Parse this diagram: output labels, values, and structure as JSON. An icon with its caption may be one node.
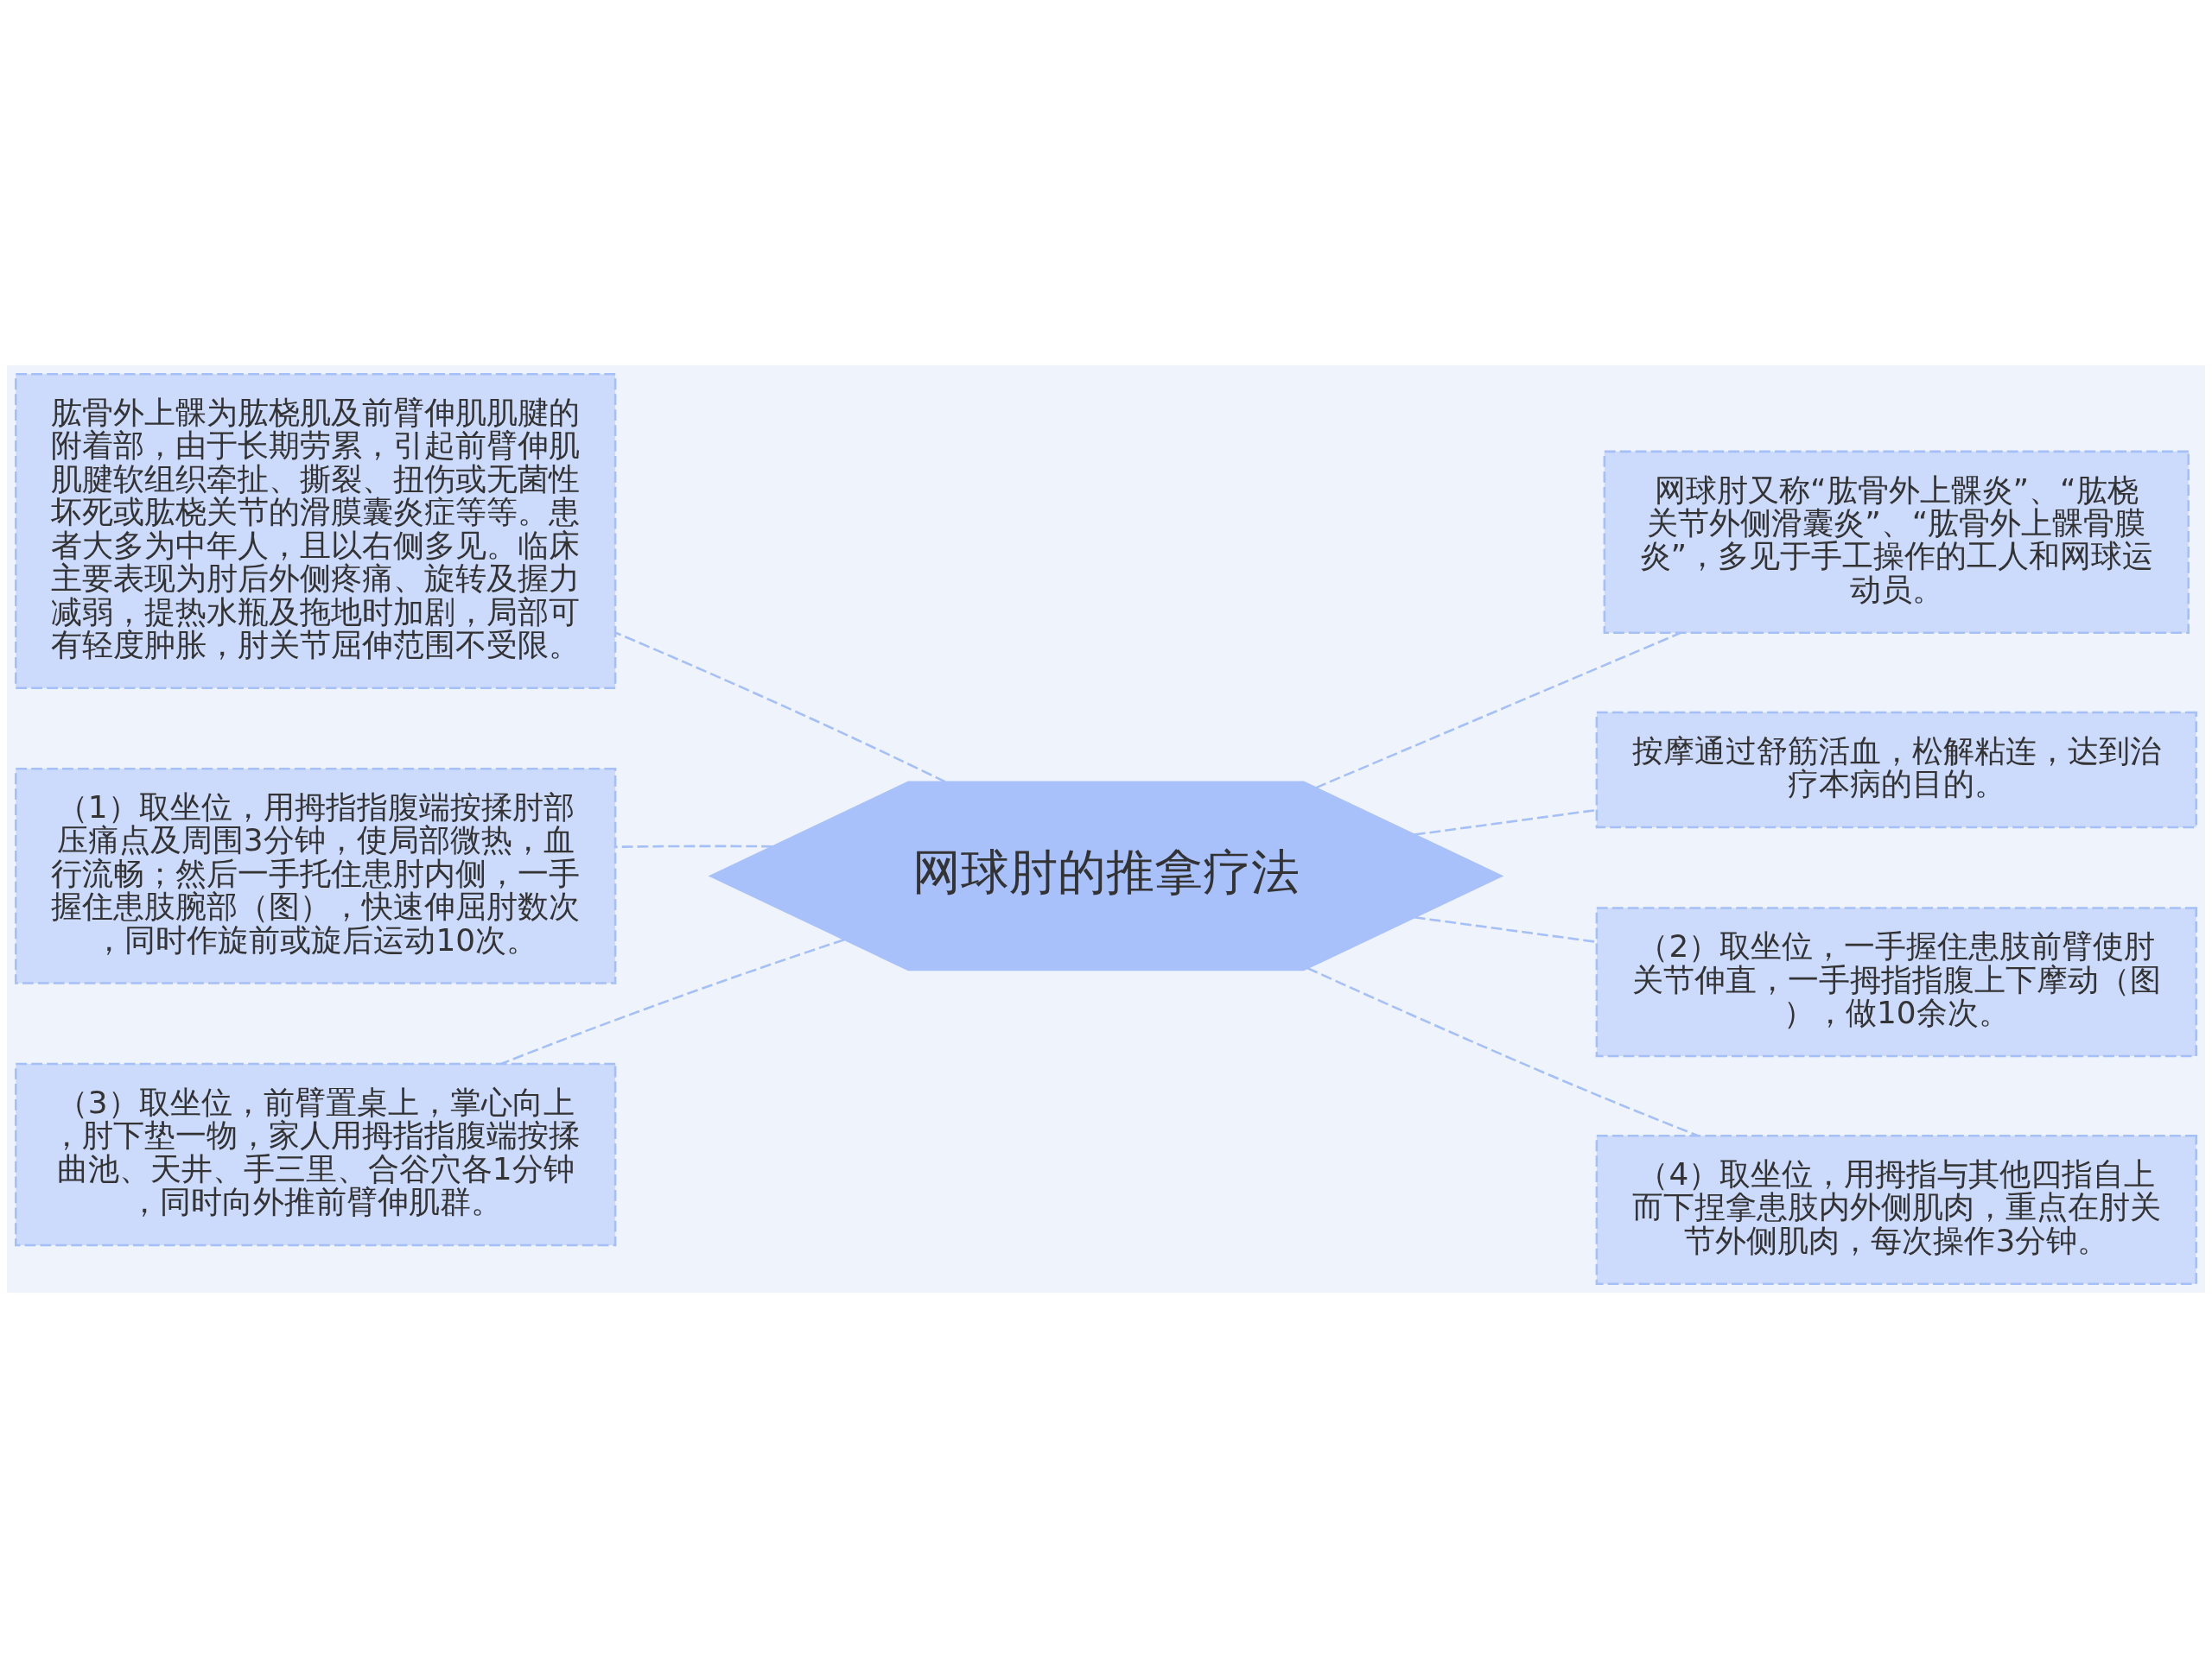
{
  "diagram": {
    "nodes": [
      {
        "text": [
          "网球肘的推拿疗法"
        ]
      },
      {
        "text": [
          "肱骨外上髁为肱桡肌及前臂伸肌肌腱的附着部，由于长期劳累，引起前臂伸肌肌腱软组织牵扯、撕裂、扭伤或无菌性坏死或肱桡关节的滑膜囊炎症等等。患者大多为中年人，且以右侧多见。临床主要表现为肘后外侧疼痛、旋转及握力减弱，提热水瓶及拖地时加剧，局部可有轻度肿胀，肘关节屈伸范围不受限。"
        ]
      },
      {
        "text": [
          "（1）取坐位，用拇指指腹端按揉肘部压痛点及周围3分钟，使局部微热，血行流畅；然后一手托住患肘内侧，一手握住患肢腕部（图），快速伸屈肘数次，同时作旋前或旋后运动10次。"
        ]
      },
      {
        "text": [
          "（3）取坐位，前臂置桌上，掌心向上，肘下垫一物，家人用拇指指腹端按揉曲池、天井、手三里、合谷穴各1分钟，同时向外推前臂伸肌群。"
        ]
      },
      {
        "text": [
          "网球肘又称“肱骨外上髁炎”、“肱桡关节外侧滑囊炎”、“肱骨外上髁骨膜炎”，多见于手工操作的工人和网球运动员。"
        ]
      },
      {
        "text": [
          "按摩通过舒筋活血，松解粘连，达到治疗本病的目的。"
        ]
      },
      {
        "text": [
          "（2）取坐位，一手握住患肢前臂使肘关节伸直，一手拇指指腹上下摩动（图），做10余次。"
        ]
      },
      {
        "text": [
          "（4）取坐位，用拇指与其他四指自上而下捏拿患肢内外侧肌肉，重点在肘关节外侧肌肉，每次操作3分钟。"
        ]
      }
    ],
    "edges": [
      {
        "from": 0,
        "to": 1,
        "arrow": "none",
        "style": "dashed"
      },
      {
        "from": 0,
        "to": 2,
        "arrow": "none",
        "style": "dashed"
      },
      {
        "from": 0,
        "to": 3,
        "arrow": "none",
        "style": "dashed"
      },
      {
        "from": 0,
        "to": 4,
        "arrow": "none",
        "style": "dashed"
      },
      {
        "from": 0,
        "to": 5,
        "arrow": "none",
        "style": "dashed"
      },
      {
        "from": 0,
        "to": 6,
        "arrow": "none",
        "style": "dashed"
      },
      {
        "from": 0,
        "to": 7,
        "arrow": "none",
        "style": "dashed"
      }
    ]
  }
}
